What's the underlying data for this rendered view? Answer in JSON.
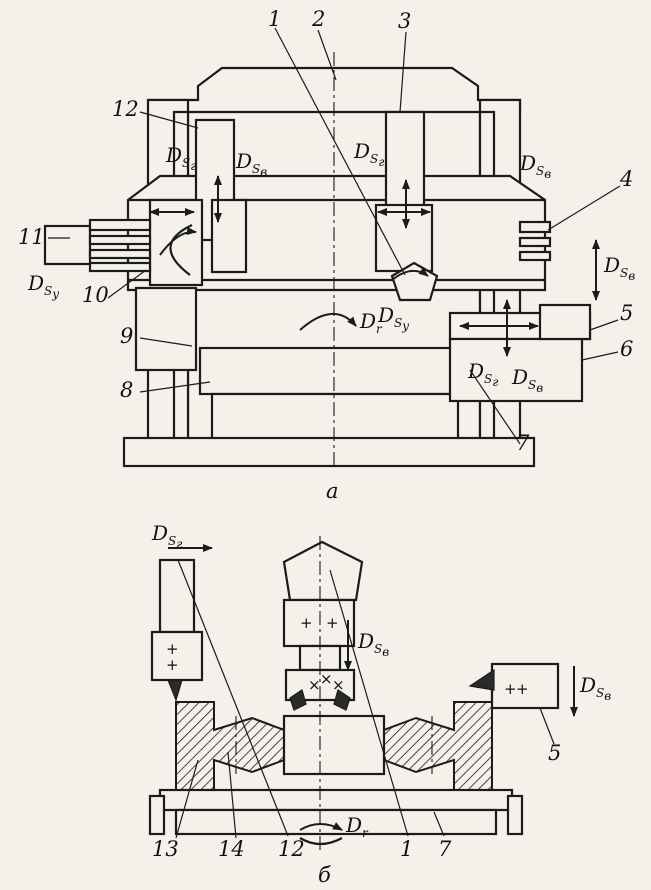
{
  "figure_a": {
    "label": "а",
    "numbers": [
      "1",
      "2",
      "3",
      "4",
      "5",
      "6",
      "7",
      "8",
      "9",
      "10",
      "11",
      "12"
    ],
    "motions": {
      "feed_vertical": {
        "d": "D",
        "s": "S",
        "sub": "в"
      },
      "feed_horizontal": {
        "d": "D",
        "s": "S",
        "sub": "г"
      },
      "feed_accel": {
        "d": "D",
        "s": "S",
        "sub": "у"
      },
      "rotation": {
        "d": "D",
        "sub": "r"
      }
    }
  },
  "figure_b": {
    "label": "б",
    "numbers": [
      "13",
      "14",
      "12",
      "1",
      "7",
      "5"
    ]
  },
  "glyphs": {
    "plus": "+",
    "cross": "×"
  }
}
